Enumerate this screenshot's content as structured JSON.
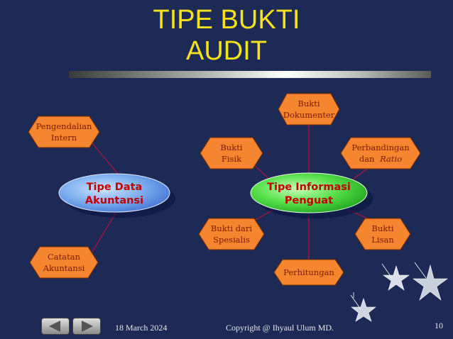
{
  "title": {
    "line1": "TIPE BUKTI",
    "line2": "AUDIT"
  },
  "left_center": {
    "line1": "Tipe Data",
    "line2": "Akuntansi"
  },
  "right_center": {
    "line1": "Tipe Informasi",
    "line2": "Penguat"
  },
  "left_nodes": [
    {
      "line1": "Pengendalian",
      "line2": "Intern"
    },
    {
      "line1": "Catatan",
      "line2": "Akuntansi"
    }
  ],
  "right_nodes": [
    {
      "line1": "Bukti",
      "line2": "Dokumenter"
    },
    {
      "line1": "Bukti",
      "line2": "Fisik"
    },
    {
      "line1": "Perbandingan",
      "line2": "dan",
      "line2_italic": "Ratio"
    },
    {
      "line1": "Bukti dari",
      "line2": "Spesialis"
    },
    {
      "line1": "Bukti",
      "line2": "Lisan"
    },
    {
      "line1": "Perhitungan",
      "line2": ""
    }
  ],
  "footer": {
    "date": "18 March 2024",
    "copyright": "Copyright @ Ihyaul Ulum MD.",
    "page_number": "10"
  },
  "colors": {
    "background": "#1c2a55",
    "title": "#f5e21b",
    "hexagon_fill": "#f5852e",
    "left_oval_fill": "#6a9fe0",
    "right_oval_fill": "#3fd43f",
    "connector_line": "#b5133b"
  }
}
